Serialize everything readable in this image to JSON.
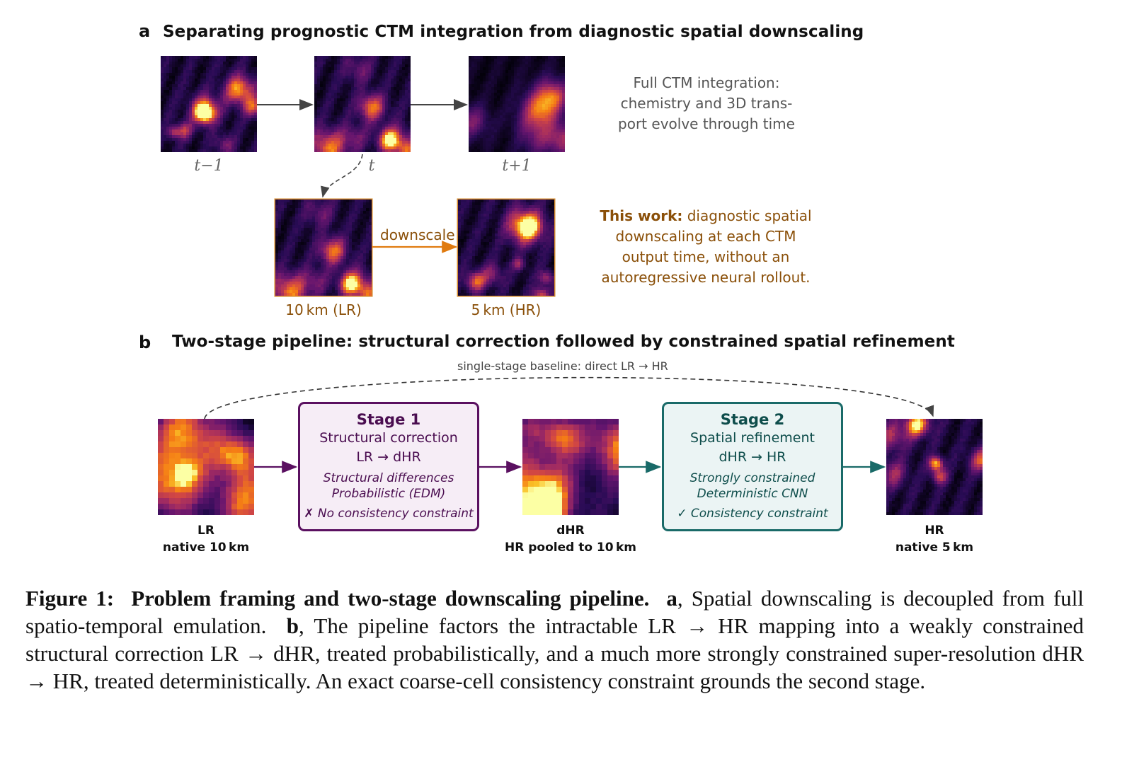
{
  "panel_a": {
    "letter": "a",
    "title": "Separating prognostic CTM integration from diagnostic spatial downscaling",
    "time_labels": [
      "t−1",
      "t",
      "t+1"
    ],
    "ctm_note": [
      "Full CTM integration:",
      "chemistry and 3D trans-",
      "port evolve through time"
    ],
    "downscale_label": "downscale",
    "lr_label": "10 km (LR)",
    "hr_label": "5 km (HR)",
    "this_work_bold": "This work:",
    "this_work_lines": [
      "diagnostic spatial",
      "downscaling at each CTM",
      "output time, without an",
      "autoregressive neural rollout."
    ]
  },
  "panel_b": {
    "letter": "b",
    "title": "Two-stage pipeline: structural correction followed by constrained spatial refinement",
    "baseline_note": "single-stage baseline:  direct LR → HR",
    "stage1": {
      "title": "Stage 1",
      "line1": "Structural correction",
      "line2": "LR → dHR",
      "it1": "Structural differences",
      "it2": "Probabilistic (EDM)",
      "it3": "✗ No consistency constraint"
    },
    "stage2": {
      "title": "Stage 2",
      "line1": "Spatial refinement",
      "line2": "dHR → HR",
      "it1": "Strongly constrained",
      "it2": "Deterministic CNN",
      "it3": "✓ Consistency constraint"
    },
    "lr": {
      "name": "LR",
      "sub": "native 10 km"
    },
    "dhr": {
      "name": "dHR",
      "sub": "HR pooled to 10 km"
    },
    "hr": {
      "name": "HR",
      "sub": "native 5 km"
    }
  },
  "caption": {
    "label": "Figure 1:",
    "bold_title": "Problem framing and two-stage downscaling pipeline.",
    "a": "a",
    "text_a": ", Spatial downscaling is decoupled from full spatio-temporal emulation.",
    "b": "b",
    "text_b": ", The pipeline factors the intractable LR → HR mapping into a weakly constrained structural correction LR → dHR, treated probabilistically, and a much more strongly constrained super-resolution dHR → HR, treated deterministically. An exact coarse-cell consistency constraint grounds the second stage."
  },
  "colors": {
    "stage1_border": "#5a1060",
    "stage1_fill": "#f6edf6",
    "stage2_border": "#196a68",
    "stage2_fill": "#ebf4f4",
    "brown": "#8a4f08",
    "orange_arrow": "#e07b10"
  }
}
